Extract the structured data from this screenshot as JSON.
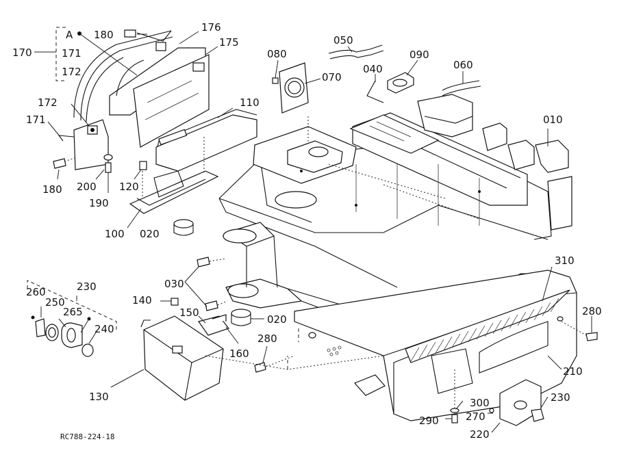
{
  "figure": {
    "reference_code": "RC788-224-18"
  },
  "callouts": {
    "c170": "170",
    "cA": "A",
    "c171a": "171",
    "c172a": "172",
    "c180a": "180",
    "c176": "176",
    "c175": "175",
    "c172b": "172",
    "c171b": "171",
    "c180b": "180",
    "c200": "200",
    "c190": "190",
    "c120": "120",
    "c110": "110",
    "c100": "100",
    "c020a": "020",
    "c080": "080",
    "c070": "070",
    "c050": "050",
    "c040": "040",
    "c090": "090",
    "c060": "060",
    "c010": "010",
    "c030": "030",
    "c140": "140",
    "c150": "150",
    "c020b": "020",
    "c160": "160",
    "c130": "130",
    "c230a": "230",
    "c260": "260",
    "c250": "250",
    "c265": "265",
    "c240": "240",
    "c280a": "280",
    "c310": "310",
    "c280b": "280",
    "c210": "210",
    "c300": "300",
    "c290": "290",
    "c270": "270",
    "c230b": "230",
    "c220": "220"
  }
}
